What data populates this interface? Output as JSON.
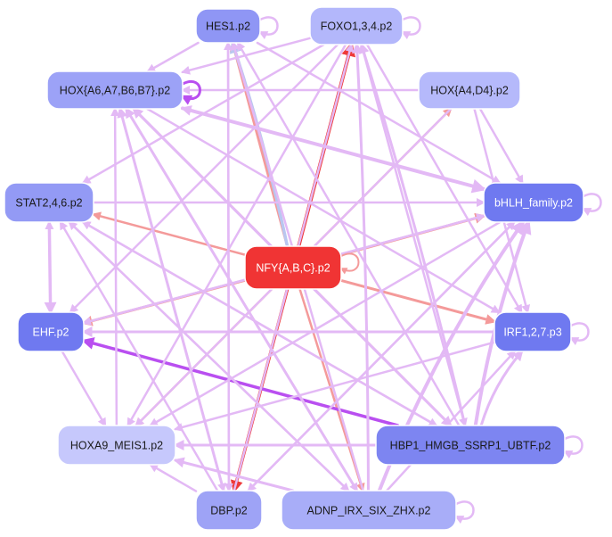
{
  "colors": {
    "edge_violet": "#e3b9f5",
    "edge_violet_dark": "#b94ff0",
    "edge_red": "#f49a9a",
    "edge_red_strong": "#ee3a3a",
    "edge_blue": "#b9c7f0",
    "text_dark": "#1a1a1a",
    "text_light": "#ffffff"
  },
  "nodes": [
    {
      "id": "HES1",
      "label": "HES1.p2",
      "fill": "#8f96f5",
      "text": "dark"
    },
    {
      "id": "FOXO",
      "label": "FOXO1,3,4.p2",
      "fill": "#b3b7fb",
      "text": "dark"
    },
    {
      "id": "HOXA6",
      "label": "HOX{A6,A7,B6,B7}.p2",
      "fill": "#9ca2f7",
      "text": "dark"
    },
    {
      "id": "HOXA4",
      "label": "HOX{A4,D4}.p2",
      "fill": "#b5b9fb",
      "text": "dark"
    },
    {
      "id": "STAT",
      "label": "STAT2,4,6.p2",
      "fill": "#939af5",
      "text": "dark"
    },
    {
      "id": "bHLH",
      "label": "bHLH_family.p2",
      "fill": "#6f79f0",
      "text": "light"
    },
    {
      "id": "NFY",
      "label": "NFY{A,B,C}.p2",
      "fill": "#f03434",
      "text": "light"
    },
    {
      "id": "EHF",
      "label": "EHF.p2",
      "fill": "#6f79f0",
      "text": "light"
    },
    {
      "id": "IRF",
      "label": "IRF1,2,7.p3",
      "fill": "#6f79f0",
      "text": "light"
    },
    {
      "id": "HOXA9",
      "label": "HOXA9_MEIS1.p2",
      "fill": "#c6c8fc",
      "text": "dark"
    },
    {
      "id": "HBP1",
      "label": "HBP1_HMGB_SSRP1_UBTF.p2",
      "fill": "#7d85f1",
      "text": "dark"
    },
    {
      "id": "DBP",
      "label": "DBP.p2",
      "fill": "#9ea3f6",
      "text": "dark"
    },
    {
      "id": "ADNP",
      "label": "ADNP_IRX_SIX_ZHX.p2",
      "fill": "#a8adf8",
      "text": "dark"
    }
  ],
  "edges": [
    {
      "from": "NFY",
      "to": "FOXO",
      "color": "edge_red_strong",
      "weight": 4
    },
    {
      "from": "NFY",
      "to": "DBP",
      "color": "edge_red_strong",
      "weight": 3.5
    },
    {
      "from": "NFY",
      "to": "HES1",
      "color": "edge_red",
      "weight": 3
    },
    {
      "from": "NFY",
      "to": "HOXA6",
      "color": "edge_red",
      "weight": 2.5
    },
    {
      "from": "NFY",
      "to": "STAT",
      "color": "edge_red",
      "weight": 2.5
    },
    {
      "from": "NFY",
      "to": "EHF",
      "color": "edge_red",
      "weight": 3
    },
    {
      "from": "NFY",
      "to": "HOXA9",
      "color": "edge_red",
      "weight": 2.5
    },
    {
      "from": "NFY",
      "to": "ADNP",
      "color": "edge_red",
      "weight": 2.5
    },
    {
      "from": "NFY",
      "to": "HBP1",
      "color": "edge_red",
      "weight": 2.5
    },
    {
      "from": "NFY",
      "to": "IRF",
      "color": "edge_red",
      "weight": 3
    },
    {
      "from": "NFY",
      "to": "bHLH",
      "color": "edge_red",
      "weight": 3
    },
    {
      "from": "NFY",
      "to": "HOXA4",
      "color": "edge_red",
      "weight": 2.5
    },
    {
      "from": "NFY",
      "to": "HES1",
      "color": "edge_blue",
      "weight": 3.5,
      "bend": 6
    },
    {
      "from": "HBP1",
      "to": "EHF",
      "color": "edge_violet_dark",
      "weight": 3.5
    },
    {
      "from": "HBP1",
      "to": "bHLH",
      "color": "edge_violet",
      "weight": 4,
      "bend": -12
    },
    {
      "from": "HBP1",
      "to": "IRF",
      "color": "edge_violet",
      "weight": 3,
      "bend": -10
    },
    {
      "from": "HBP1",
      "to": "FOXO",
      "color": "edge_violet",
      "weight": 3,
      "bend": 8
    },
    {
      "from": "HBP1",
      "to": "HOXA6",
      "color": "edge_violet",
      "weight": 3
    },
    {
      "from": "HBP1",
      "to": "HOXA9",
      "color": "edge_violet",
      "weight": 3
    },
    {
      "from": "HBP1",
      "to": "STAT",
      "color": "edge_violet",
      "weight": 2.5
    },
    {
      "from": "HBP1",
      "to": "HES1",
      "color": "edge_violet",
      "weight": 2.5
    },
    {
      "from": "ADNP",
      "to": "bHLH",
      "color": "edge_violet",
      "weight": 4,
      "bend": -20
    },
    {
      "from": "ADNP",
      "to": "FOXO",
      "color": "edge_violet",
      "weight": 3,
      "bend": 6
    },
    {
      "from": "ADNP",
      "to": "HOXA6",
      "color": "edge_violet",
      "weight": 3
    },
    {
      "from": "ADNP",
      "to": "STAT",
      "color": "edge_violet",
      "weight": 2.5
    },
    {
      "from": "ADNP",
      "to": "HOXA9",
      "color": "edge_violet",
      "weight": 3
    },
    {
      "from": "ADNP",
      "to": "IRF",
      "color": "edge_violet",
      "weight": 2.5
    },
    {
      "from": "ADNP",
      "to": "HES1",
      "color": "edge_violet",
      "weight": 2.5
    },
    {
      "from": "DBP",
      "to": "HOXA6",
      "color": "edge_violet",
      "weight": 3
    },
    {
      "from": "DBP",
      "to": "FOXO",
      "color": "edge_violet",
      "weight": 2.5
    },
    {
      "from": "DBP",
      "to": "bHLH",
      "color": "edge_violet",
      "weight": 2.5
    },
    {
      "from": "DBP",
      "to": "STAT",
      "color": "edge_violet",
      "weight": 2.5
    },
    {
      "from": "DBP",
      "to": "HES1",
      "color": "edge_violet",
      "weight": 2.5
    },
    {
      "from": "HOXA6",
      "to": "bHLH",
      "color": "edge_violet",
      "weight": 4
    },
    {
      "from": "HOXA6",
      "to": "HBP1",
      "color": "edge_violet",
      "weight": 3
    },
    {
      "from": "HOXA6",
      "to": "DBP",
      "color": "edge_violet",
      "weight": 2.5
    },
    {
      "from": "HOXA6",
      "to": "IRF",
      "color": "edge_violet",
      "weight": 2.5
    },
    {
      "from": "HOXA6",
      "to": "ADNP",
      "color": "edge_violet",
      "weight": 2.5
    },
    {
      "from": "HES1",
      "to": "HOXA6",
      "color": "edge_violet",
      "weight": 2.5
    },
    {
      "from": "HES1",
      "to": "DBP",
      "color": "edge_violet",
      "weight": 2.5
    },
    {
      "from": "HES1",
      "to": "bHLH",
      "color": "edge_violet",
      "weight": 2.5
    },
    {
      "from": "FOXO",
      "to": "STAT",
      "color": "edge_violet",
      "weight": 2.5
    },
    {
      "from": "FOXO",
      "to": "HOXA9",
      "color": "edge_violet",
      "weight": 2.5
    },
    {
      "from": "FOXO",
      "to": "EHF",
      "color": "edge_violet",
      "weight": 2.5
    },
    {
      "from": "FOXO",
      "to": "IRF",
      "color": "edge_violet",
      "weight": 2.5
    },
    {
      "from": "FOXO",
      "to": "HBP1",
      "color": "edge_violet",
      "weight": 2.5
    },
    {
      "from": "FOXO",
      "to": "HOXA6",
      "color": "edge_violet",
      "weight": 2.5
    },
    {
      "from": "HOXA4",
      "to": "HOXA6",
      "color": "edge_violet",
      "weight": 2.5
    },
    {
      "from": "HOXA4",
      "to": "bHLH",
      "color": "edge_violet",
      "weight": 2.5
    },
    {
      "from": "HOXA4",
      "to": "HOXA9",
      "color": "edge_violet",
      "weight": 2.5
    },
    {
      "from": "HOXA4",
      "to": "IRF",
      "color": "edge_violet",
      "weight": 2.5
    },
    {
      "from": "STAT",
      "to": "bHLH",
      "color": "edge_violet",
      "weight": 2.5
    },
    {
      "from": "STAT",
      "to": "EHF",
      "color": "edge_violet",
      "weight": 3.5
    },
    {
      "from": "EHF",
      "to": "STAT",
      "color": "edge_violet",
      "weight": 2.5
    },
    {
      "from": "STAT",
      "to": "ADNP",
      "color": "edge_violet",
      "weight": 2.5
    },
    {
      "from": "STAT",
      "to": "HBP1",
      "color": "edge_violet",
      "weight": 2.5
    },
    {
      "from": "EHF",
      "to": "HOXA9",
      "color": "edge_violet",
      "weight": 2.5
    },
    {
      "from": "EHF",
      "to": "bHLH",
      "color": "edge_violet",
      "weight": 2.5
    },
    {
      "from": "IRF",
      "to": "EHF",
      "color": "edge_violet",
      "weight": 3
    },
    {
      "from": "IRF",
      "to": "HOXA9",
      "color": "edge_violet",
      "weight": 2.5
    },
    {
      "from": "bHLH",
      "to": "HOXA6",
      "color": "edge_violet",
      "weight": 3
    },
    {
      "from": "bHLH",
      "to": "EHF",
      "color": "edge_violet",
      "weight": 2.5
    },
    {
      "from": "bHLH",
      "to": "HOXA9",
      "color": "edge_violet",
      "weight": 2.5
    },
    {
      "from": "bHLH",
      "to": "DBP",
      "color": "edge_violet",
      "weight": 2.5
    },
    {
      "from": "HOXA9",
      "to": "HOXA6",
      "color": "edge_violet",
      "weight": 2.5
    },
    {
      "from": "DBP",
      "to": "HOXA9",
      "color": "edge_violet",
      "weight": 2.5
    },
    {
      "from": "ADNP",
      "to": "HOXA9",
      "color": "edge_violet",
      "weight": 2.5
    },
    {
      "from": "HOXA6",
      "to": "HOXA6",
      "color": "edge_violet_dark",
      "weight": 3,
      "loop": true
    },
    {
      "from": "HES1",
      "to": "HES1",
      "color": "edge_violet",
      "weight": 2.5,
      "loop": true
    },
    {
      "from": "FOXO",
      "to": "FOXO",
      "color": "edge_violet",
      "weight": 2.5,
      "loop": true
    },
    {
      "from": "bHLH",
      "to": "bHLH",
      "color": "edge_violet",
      "weight": 2.5,
      "loop": true
    },
    {
      "from": "IRF",
      "to": "IRF",
      "color": "edge_violet",
      "weight": 2.5,
      "loop": true
    },
    {
      "from": "HBP1",
      "to": "HBP1",
      "color": "edge_violet",
      "weight": 2.5,
      "loop": true
    },
    {
      "from": "ADNP",
      "to": "ADNP",
      "color": "edge_violet",
      "weight": 2.5,
      "loop": true
    },
    {
      "from": "NFY",
      "to": "NFY",
      "color": "edge_red",
      "weight": 2,
      "loop": true
    }
  ]
}
